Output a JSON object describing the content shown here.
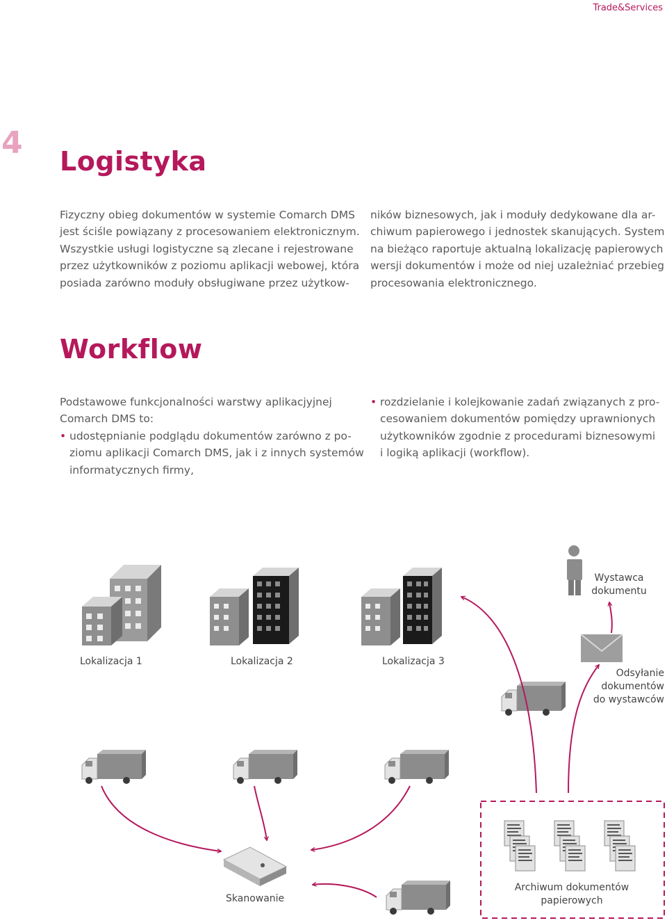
{
  "header": {
    "tag": "Trade&Services"
  },
  "chapter": {
    "number": "4"
  },
  "logistics": {
    "title": "Logistyka",
    "col1": [
      "Fizyczny obieg dokumentów w systemie Comarch DMS",
      "jest ściśle powiązany z procesowaniem elektronicznym.",
      "Wszystkie usługi logistyczne są zlecane i rejestrowane",
      "przez użytkowników z poziomu aplikacji webowej, która",
      "posiada zarówno moduły obsługiwane przez użytkow-"
    ],
    "col2": [
      "ników biznesowych, jak i moduły dedykowane dla ar-",
      "chiwum papierowego i jednostek skanujących. System",
      "na bieżąco raportuje aktualną lokalizację papierowych",
      "wersji dokumentów i może od niej uzależniać przebieg",
      "procesowania elektronicznego."
    ]
  },
  "workflow": {
    "title": "Workflow",
    "intro": [
      "Podstawowe funkcjonalności warstwy aplikacjyjnej",
      "Comarch DMS to:"
    ],
    "bullet1": [
      "udostępnianie podglądu dokumentów zarówno z po-",
      "ziomu aplikacji Comarch DMS, jak i z innych systemów",
      "informatycznych firmy,"
    ],
    "bullet2": [
      "rozdzielanie i kolejkowanie zadań związanych z pro-",
      "cesowaniem dokumentów pomiędzy uprawnionych",
      "użytkowników zgodnie z procedurami biznesowymi",
      "i logiką aplikacji (workflow)."
    ]
  },
  "diagram": {
    "location1": "Lokalizacja 1",
    "location2": "Lokalizacja 2",
    "location3": "Lokalizacja 3",
    "issuer": [
      "Wystawca",
      "dokumentu"
    ],
    "sending": [
      "Odsyłanie",
      "dokumentów",
      "do wystawców"
    ],
    "scanning": "Skanowanie",
    "archive": [
      "Archiwum dokumentów",
      "papierowych"
    ],
    "colors": {
      "accent": "#b5185b",
      "grey": "#8c8c8c",
      "dark": "#1a1a1a"
    }
  }
}
